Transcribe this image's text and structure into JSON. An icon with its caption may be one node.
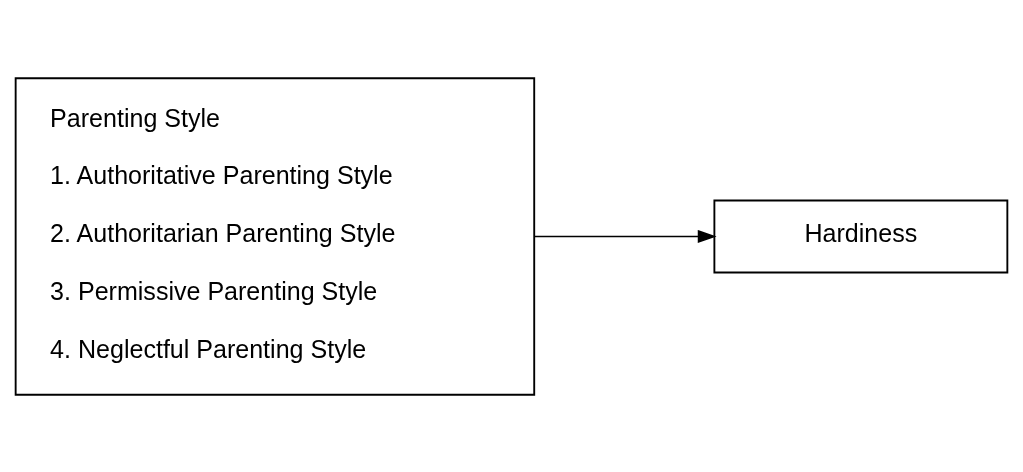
{
  "diagram": {
    "nodes": [
      {
        "text": [
          "Parenting Style",
          "1. Authoritative Parenting Style",
          "2. Authoritarian Parenting Style",
          "3. Permissive Parenting Style",
          "4. Neglectful Parenting Style"
        ]
      },
      {
        "text": [
          "Hardiness"
        ]
      }
    ],
    "edges": [
      {
        "from": 0,
        "to": 1,
        "arrow": "to"
      }
    ]
  }
}
